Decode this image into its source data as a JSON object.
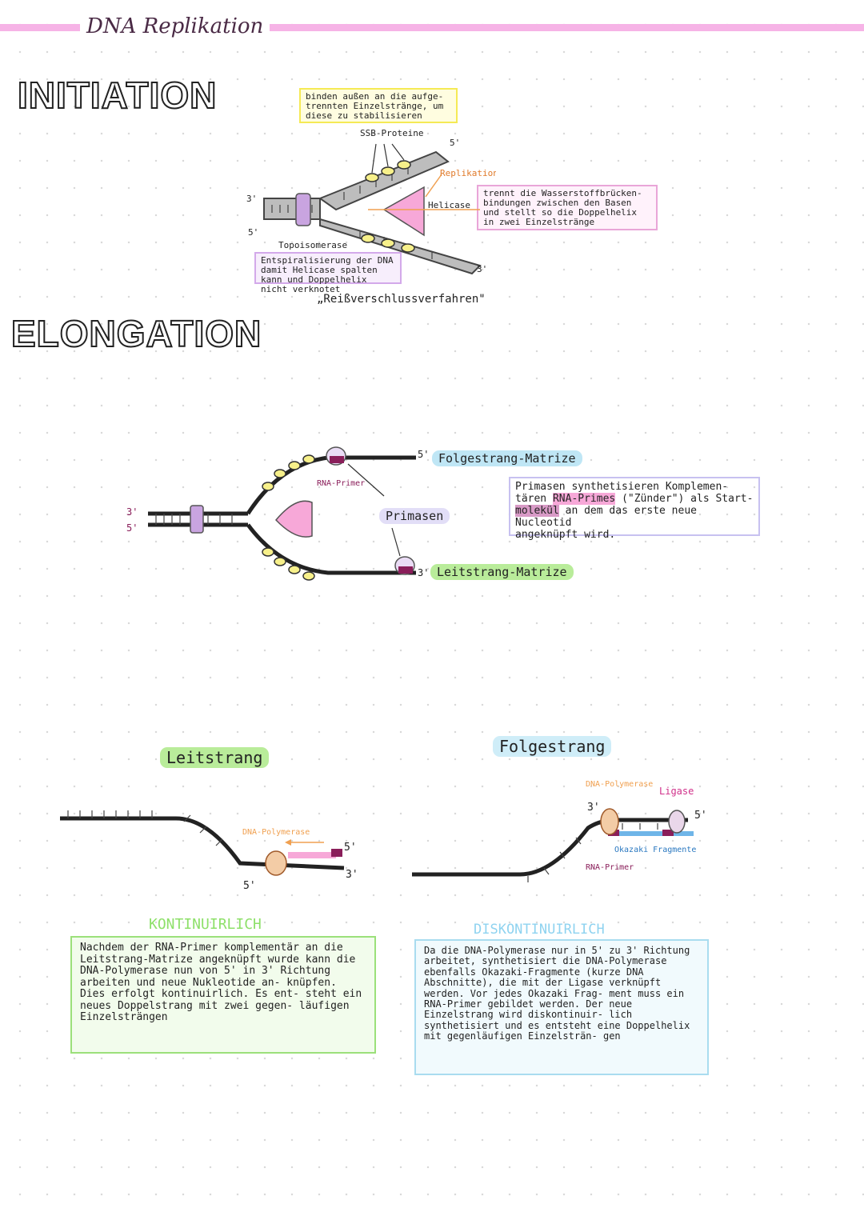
{
  "page": {
    "title": "DNA Replikation",
    "accent_color": "#f6b3e6"
  },
  "initiation": {
    "heading": "INITIATION",
    "ssb_note": "binden außen an die aufge- trennten Einzelstränge, um diese zu stabilisieren",
    "ssb_label": "SSB-Proteine",
    "fork_label": "Replikationsgabel",
    "helicase_label": "Helicase",
    "helicase_note": "trennt die Wasserstoffbrücken- bindungen zwischen den Basen und stellt so die Doppelhelix in zwei Einzelstränge",
    "topo_label": "Topoisomerase",
    "topo_note": "Entspiralisierung der DNA damit Helicase spalten kann und Doppelhelix nicht verknotet",
    "zipper": "„Reißverschlussverfahren\"",
    "end_3_top": "3'",
    "end_5_bottom": "5'",
    "end_5_right": "5'",
    "end_3_right": "3'"
  },
  "elongation": {
    "heading": "ELONGATION",
    "rna_primer_label": "RNA-Primer",
    "folge_matrix": "Folgestrang-Matrize",
    "leit_matrix": "Leitstrang-Matrize",
    "primasen_label": "Primasen",
    "primase_note_1": "Primasen synthetisieren Komplemen-",
    "primase_note_2a": "tären",
    "primase_note_2b": "RNA-Primes",
    "primase_note_2c": "(\"Zünder\") als Start-",
    "primase_note_3a": "molekül",
    "primase_note_3b": "an dem das erste neue Nucleotid",
    "primase_note_4": "angeknüpft wird.",
    "end_3_left": "3'",
    "end_5_left": "5'",
    "end_5_top": "5'",
    "end_3_bottom": "3'"
  },
  "leit": {
    "heading": "Leitstrang",
    "polymerase_label": "DNA-Polymerase",
    "end_5_right": "5'",
    "end_3_right": "3'",
    "end_5_bottom": "5'",
    "mode": "KONTINUIRLICH",
    "text": "Nachdem der RNA-Primer komplementär an die Leitstrang-Matrize angeknüpft wurde kann die DNA-Polymerase nun von 5' in 3' Richtung arbeiten und neue Nukleotide an- knüpfen. Dies erfolgt kontinuirlich. Es ent- steht ein neues Doppelstrang mit zwei gegen- läufigen Einzelsträngen"
  },
  "folge": {
    "heading": "Folgestrang",
    "polymerase_label": "DNA-Polymerase",
    "ligase_label": "Ligase",
    "okazaki_label": "Okazaki Fragmente",
    "rna_primer_label": "RNA-Primer",
    "end_3": "3'",
    "end_5": "5'",
    "mode": "DISKONTINUIRLICH",
    "text": "Da die DNA-Polymerase nur in 5' zu 3' Richtung arbeitet, synthetisiert die DNA-Polymerase ebenfalls Okazaki-Fragmente (kurze DNA Abschnitte), die mit der Ligase verknüpft werden. Vor jedes Okazaki Frag- ment muss ein RNA-Primer gebildet werden. Der neue Einzelstrang wird diskontinuir- lich synthetisiert und es entsteht eine Doppelhelix mit gegenläufigen Einzelsträn- gen"
  },
  "colors": {
    "yellow": "#f7f08a",
    "pink": "#f7a8d8",
    "purple": "#c9a4e0",
    "blue_note": "#c7c1f0",
    "green": "#b9ec9a",
    "cyan": "#bfe6f5",
    "orange": "#f0a050"
  }
}
